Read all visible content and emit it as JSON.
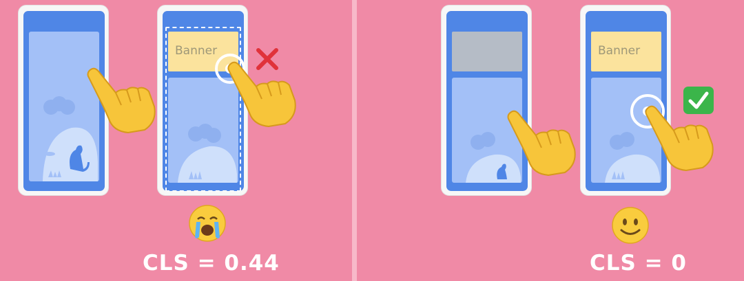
{
  "left": {
    "banner_text": "Banner",
    "verdict_icon": "red-cross-icon",
    "reaction_icon": "crying-face-icon",
    "cls_text": "CLS = 0.44"
  },
  "right": {
    "banner_text": "Banner",
    "verdict_icon": "green-check-icon",
    "reaction_icon": "smiling-face-icon",
    "cls_text": "CLS = 0"
  },
  "colors": {
    "background": "#f08aa6",
    "phone_screen": "#4f86e6",
    "content": "#a3c0f7",
    "banner": "#fbe39d",
    "placeholder": "#b5bcc6",
    "error": "#e0323a",
    "success": "#3bb54a"
  }
}
